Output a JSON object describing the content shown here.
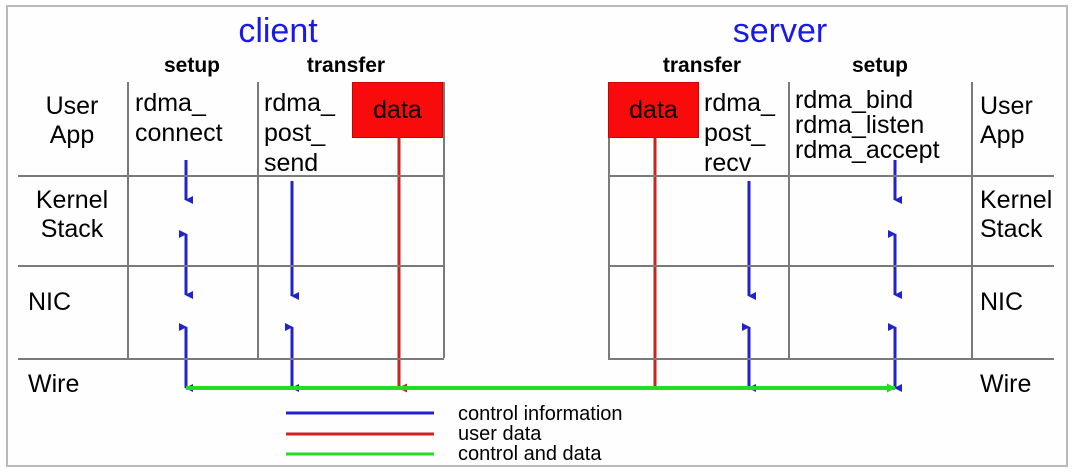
{
  "diagram": {
    "title_client": "client",
    "title_server": "server",
    "accent_blue": "#1a1ae8",
    "arrow_blue": "#2222cc",
    "arrow_red": "#cc2222",
    "arrow_green": "#22dd22",
    "data_box_fill": "#f90b0b"
  },
  "layers": {
    "left": [
      {
        "name": "user-app",
        "label": "User\nApp"
      },
      {
        "name": "kernel-stack",
        "label": "Kernel\nStack"
      },
      {
        "name": "nic",
        "label": "NIC"
      },
      {
        "name": "wire",
        "label": "Wire"
      }
    ],
    "right": [
      {
        "name": "user-app",
        "label": "User\nApp"
      },
      {
        "name": "kernel-stack",
        "label": "Kernel\nStack"
      },
      {
        "name": "nic",
        "label": "NIC"
      },
      {
        "name": "wire",
        "label": "Wire"
      }
    ]
  },
  "client": {
    "title": "client",
    "columns": [
      {
        "name": "setup",
        "header": "setup",
        "calls": "rdma_\nconnect"
      },
      {
        "name": "transfer",
        "header": "transfer",
        "calls": "rdma_\npost_\nsend"
      }
    ],
    "data_box": "data"
  },
  "server": {
    "title": "server",
    "columns": [
      {
        "name": "transfer",
        "header": "transfer",
        "calls": "rdma_\npost_\nrecv"
      },
      {
        "name": "setup",
        "header": "setup",
        "calls": "rdma_bind\nrdma_listen\nrdma_accept"
      }
    ],
    "data_box": "data"
  },
  "legend": {
    "items": [
      {
        "name": "control-information",
        "color": "#2222cc",
        "label": "control information"
      },
      {
        "name": "user-data",
        "color": "#cc2222",
        "label": "user data"
      },
      {
        "name": "control-and-data",
        "color": "#22dd22",
        "label": "control and data"
      }
    ]
  }
}
